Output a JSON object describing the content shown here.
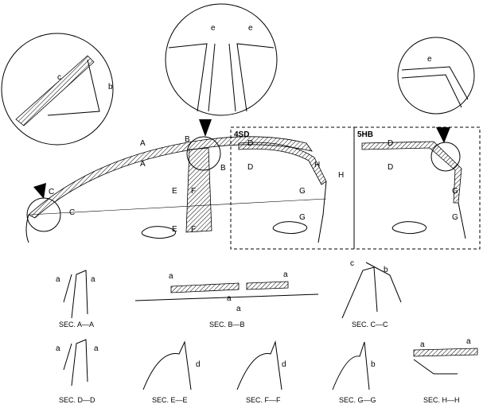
{
  "panels": {
    "sedan": "4SD",
    "hatchback": "5HB"
  },
  "markers": {
    "A": "A",
    "B": "B",
    "C": "C",
    "D": "D",
    "E": "E",
    "F": "F",
    "G": "G",
    "H": "H"
  },
  "detail_labels": {
    "a": "a",
    "b": "b",
    "c": "c",
    "d": "d",
    "e": "e"
  },
  "sections": {
    "aa": "SEC. A—A",
    "bb": "SEC. B—B",
    "cc": "SEC. C—C",
    "dd": "SEC. D—D",
    "ee": "SEC. E—E",
    "ff": "SEC. F—F",
    "gg": "SEC. G—G",
    "hh": "SEC. H—H"
  }
}
